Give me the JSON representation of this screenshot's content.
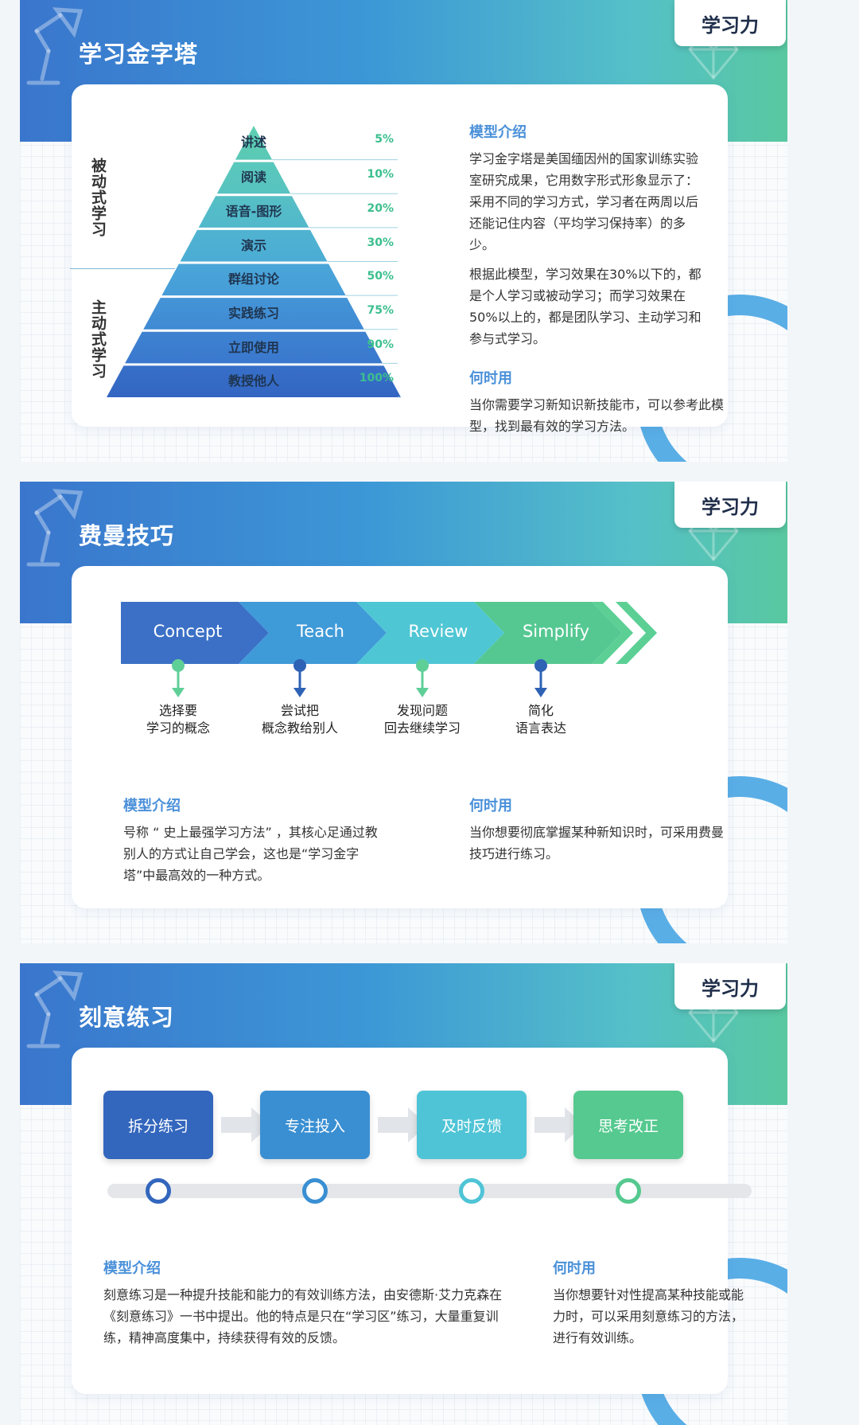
{
  "common": {
    "tag": "学习力"
  },
  "slide1": {
    "title": "学习金字塔",
    "passive_label": "被动式学习",
    "active_label": "主动式学习",
    "levels": [
      {
        "label": "讲述",
        "pct": "5%"
      },
      {
        "label": "阅读",
        "pct": "10%"
      },
      {
        "label": "语音-图形",
        "pct": "20%"
      },
      {
        "label": "演示",
        "pct": "30%"
      },
      {
        "label": "群组讨论",
        "pct": "50%"
      },
      {
        "label": "实践练习",
        "pct": "75%"
      },
      {
        "label": "立即使用",
        "pct": "90%"
      },
      {
        "label": "教授他人",
        "pct": "100%"
      }
    ],
    "intro_title": "模型介绍",
    "intro_p1": "学习金字塔是美国缅因州的国家训练实验室研究成果，它用数字形式形象显示了：采用不同的学习方式，学习者在两周以后还能记住内容（平均学习保持率）的多少。",
    "intro_p2": "根据此模型，学习效果在30%以下的，都是个人学习或被动学习；而学习效果在50%以上的，都是团队学习、主动学习和参与式学习。",
    "when_title": "何时用",
    "when_text": "当你需要学习新知识新技能市，可以参考此模型，找到最有效的学习方法。"
  },
  "slide2": {
    "title": "费曼技巧",
    "stages": [
      {
        "name": "Concept",
        "desc": "选择要\n学习的概念",
        "color": "#3b70c6",
        "dot": "#5fcf98"
      },
      {
        "name": "Teach",
        "desc": "尝试把\n概念教给别人",
        "color": "#3f9ad8",
        "dot": "#2e62b5"
      },
      {
        "name": "Review",
        "desc": "发现问题\n回去继续学习",
        "color": "#4fc6d4",
        "dot": "#5fcf98"
      },
      {
        "name": "Simplify",
        "desc": "简化\n语言表达",
        "color": "#55c892",
        "dot": "#2e62b5"
      }
    ],
    "intro_title": "模型介绍",
    "intro_text": "号称 “ 史上最强学习方法” ，其核心足通过教别人的方式让自己学会，这也是“学习金字塔”中最高效的一种方式。",
    "when_title": "何时用",
    "when_text": "当你想要彻底掌握某种新知识时，可采用费曼技巧进行练习。"
  },
  "slide3": {
    "title": "刻意练习",
    "steps": [
      {
        "label": "拆分练习",
        "color": "#3366bd"
      },
      {
        "label": "专注投入",
        "color": "#3a8fd2"
      },
      {
        "label": "及时反馈",
        "color": "#4fc4d6"
      },
      {
        "label": "思考改正",
        "color": "#55c98f"
      }
    ],
    "intro_title": "模型介绍",
    "intro_text": "刻意练习是一种提升技能和能力的有效训练方法，由安德斯·艾力克森在《刻意练习》一书中提出。他的特点是只在“学习区”练习，大量重复训练，精神高度集中，持续获得有效的反馈。",
    "when_title": "何时用",
    "when_text": "当你想要针对性提高某种技能或能力时，可以采用刻意练习的方法，进行有效训练。"
  }
}
